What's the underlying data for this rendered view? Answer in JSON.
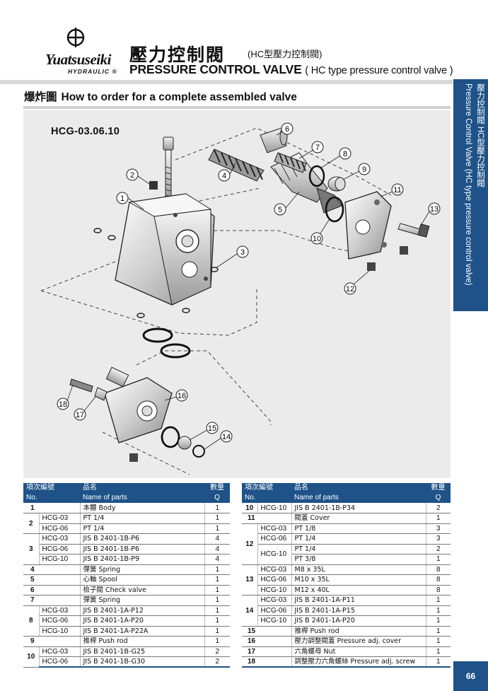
{
  "header": {
    "brand": "Yuatsuseiki",
    "brand_sub": "HYDRAULIC",
    "registered": "®",
    "title_zh": "壓力控制閥",
    "title_zh_sub": "(HC型壓力控制閥)",
    "title_en": "PRESSURE CONTROL VALVE",
    "title_en_sub": "( HC type pressure control valve )"
  },
  "side_tab": {
    "zh": "壓力控制閥 HC型壓力控制閥",
    "en": "Pressure Control Valve (HC type pressure control valve)"
  },
  "section": {
    "zh": "爆炸圖",
    "en": "How to order for a complete assembled valve"
  },
  "drawing": {
    "model": "HCG-03.06.10",
    "callouts": [
      "1",
      "2",
      "3",
      "4",
      "5",
      "6",
      "7",
      "8",
      "9",
      "10",
      "11",
      "12",
      "13",
      "14",
      "15",
      "16",
      "17",
      "18"
    ]
  },
  "table_headers": {
    "no_zh": "項次編號",
    "no_en": "No.",
    "name_zh": "品名",
    "name_en": "Name of parts",
    "qty_zh": "數量",
    "qty_en": "Q"
  },
  "table_left": [
    {
      "no": "1",
      "model": "",
      "name": "本體 Body",
      "q": "1"
    },
    {
      "no": "2",
      "model": "HCG-03",
      "name": "PT 1/4",
      "q": "1"
    },
    {
      "no": "",
      "model": "HCG-06",
      "name": "PT 1/4",
      "q": "1"
    },
    {
      "no": "3",
      "model": "HCG-03",
      "name": "JIS B 2401-1B-P6",
      "q": "4"
    },
    {
      "no": "",
      "model": "HCG-06",
      "name": "JIS B 2401-1B-P6",
      "q": "4"
    },
    {
      "no": "",
      "model": "HCG-10",
      "name": "JIS B 2401-1B-P9",
      "q": "4"
    },
    {
      "no": "4",
      "model": "",
      "name": "彈簧 Spring",
      "q": "1"
    },
    {
      "no": "5",
      "model": "",
      "name": "心軸 Spool",
      "q": "1"
    },
    {
      "no": "6",
      "model": "",
      "name": "檢子閥 Check valve",
      "q": "1"
    },
    {
      "no": "7",
      "model": "",
      "name": "彈簧 Spring",
      "q": "1"
    },
    {
      "no": "8",
      "model": "HCG-03",
      "name": "JIS B 2401-1A-P12",
      "q": "1"
    },
    {
      "no": "",
      "model": "HCG-06",
      "name": "JIS B 2401-1A-P20",
      "q": "1"
    },
    {
      "no": "",
      "model": "HCG-10",
      "name": "JIS B 2401-1A-P22A",
      "q": "1"
    },
    {
      "no": "9",
      "model": "",
      "name": "推桿 Push rod",
      "q": "1"
    },
    {
      "no": "10",
      "model": "HCG-03",
      "name": "JIS B 2401-1B-G25",
      "q": "2"
    },
    {
      "no": "",
      "model": "HCG-06",
      "name": "JIS B 2401-1B-G30",
      "q": "2"
    }
  ],
  "table_right": [
    {
      "no": "10",
      "model": "HCG-10",
      "name": "JIS B 2401-1B-P34",
      "q": "2"
    },
    {
      "no": "11",
      "model": "",
      "name": "閥蓋 Cover",
      "q": "1"
    },
    {
      "no": "12",
      "model": "HCG-03",
      "name": "PT 1/8",
      "q": "3"
    },
    {
      "no": "",
      "model": "HCG-06",
      "name": "PT 1/4",
      "q": "3"
    },
    {
      "no": "",
      "model": "HCG-10",
      "name": "PT 1/4",
      "q": "2"
    },
    {
      "no": "",
      "model": "",
      "name": "PT 3/8",
      "q": "1"
    },
    {
      "no": "13",
      "model": "HCG-03",
      "name": "M8 x 35L",
      "q": "8"
    },
    {
      "no": "",
      "model": "HCG-06",
      "name": "M10 x 35L",
      "q": "8"
    },
    {
      "no": "",
      "model": "HCG-10",
      "name": "M12 x 40L",
      "q": "8"
    },
    {
      "no": "14",
      "model": "HCG-03",
      "name": "JIS B 2401-1A-P11",
      "q": "1"
    },
    {
      "no": "",
      "model": "HCG-06",
      "name": "JIS B 2401-1A-P15",
      "q": "1"
    },
    {
      "no": "",
      "model": "HCG-10",
      "name": "JIS B 2401-1A-P20",
      "q": "1"
    },
    {
      "no": "15",
      "model": "",
      "name": "推桿 Push rod",
      "q": "1"
    },
    {
      "no": "16",
      "model": "",
      "name": "壓力調整閥蓋 Pressure adj. cover",
      "q": "1"
    },
    {
      "no": "17",
      "model": "",
      "name": "六角螺母 Nut",
      "q": "1"
    },
    {
      "no": "18",
      "model": "",
      "name": "調整壓力六角螺絲 Pressure adj. screw",
      "q": "1"
    }
  ],
  "page_number": "66",
  "colors": {
    "accent": "#1e5288",
    "drawing_bg": "#ebebeb"
  }
}
